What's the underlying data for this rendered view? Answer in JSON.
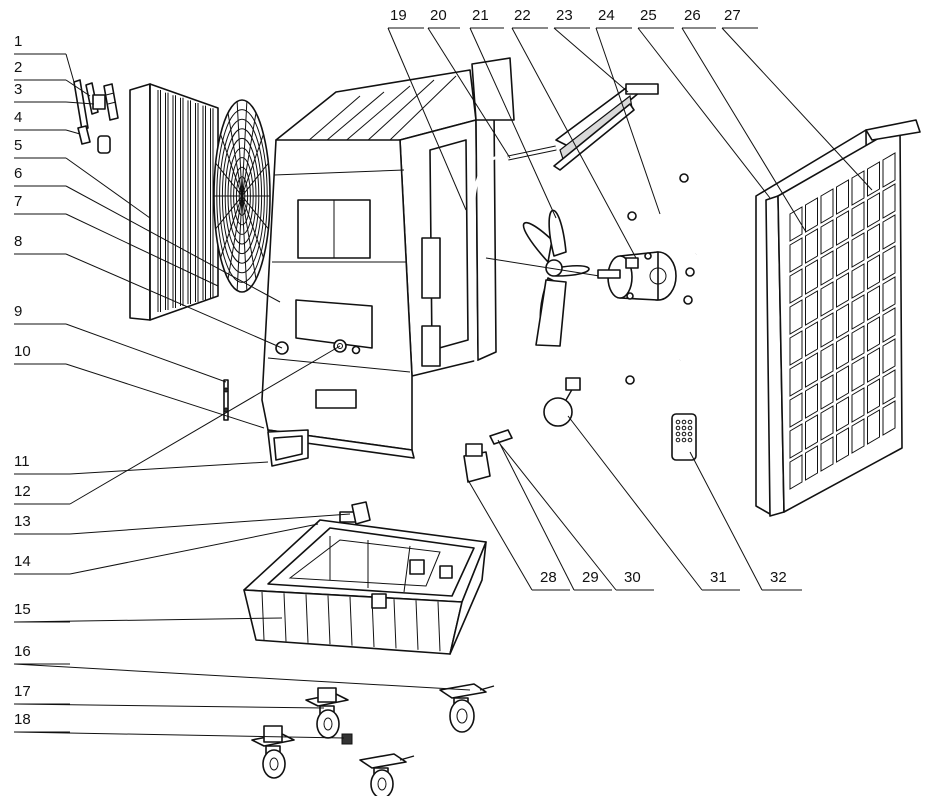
{
  "callouts": [
    {
      "id": "1",
      "label": "1"
    },
    {
      "id": "2",
      "label": "2"
    },
    {
      "id": "3",
      "label": "3"
    },
    {
      "id": "4",
      "label": "4"
    },
    {
      "id": "5",
      "label": "5"
    },
    {
      "id": "6",
      "label": "6"
    },
    {
      "id": "7",
      "label": "7"
    },
    {
      "id": "8",
      "label": "8"
    },
    {
      "id": "9",
      "label": "9"
    },
    {
      "id": "10",
      "label": "10"
    },
    {
      "id": "11",
      "label": "11"
    },
    {
      "id": "12",
      "label": "12"
    },
    {
      "id": "13",
      "label": "13"
    },
    {
      "id": "14",
      "label": "14"
    },
    {
      "id": "15",
      "label": "15"
    },
    {
      "id": "16",
      "label": "16"
    },
    {
      "id": "17",
      "label": "17"
    },
    {
      "id": "18",
      "label": "18"
    },
    {
      "id": "19",
      "label": "19"
    },
    {
      "id": "20",
      "label": "20"
    },
    {
      "id": "21",
      "label": "21"
    },
    {
      "id": "22",
      "label": "22"
    },
    {
      "id": "23",
      "label": "23"
    },
    {
      "id": "24",
      "label": "24"
    },
    {
      "id": "25",
      "label": "25"
    },
    {
      "id": "26",
      "label": "26"
    },
    {
      "id": "27",
      "label": "27"
    },
    {
      "id": "28",
      "label": "28"
    },
    {
      "id": "29",
      "label": "29"
    },
    {
      "id": "30",
      "label": "30"
    },
    {
      "id": "31",
      "label": "31"
    },
    {
      "id": "32",
      "label": "32"
    }
  ],
  "colors": {
    "ink": "#111111",
    "background": "#ffffff"
  }
}
